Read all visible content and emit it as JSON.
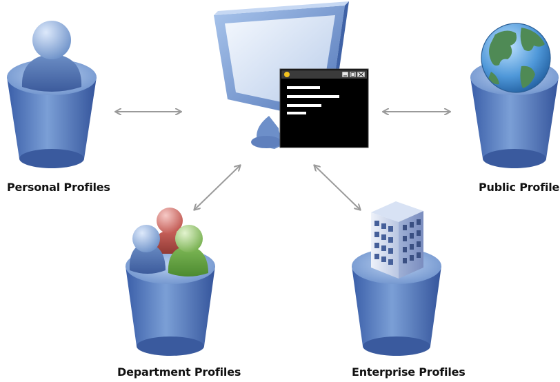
{
  "labels": {
    "personal": "Personal Profiles",
    "public": "Public Profiles",
    "department": "Department Profiles",
    "enterprise": "Enterprise Profiles"
  },
  "icons": {
    "center": "monitor-icon",
    "terminal": "terminal-window-icon",
    "personal": "person-icon",
    "public": "globe-icon",
    "department": "group-icon",
    "enterprise": "building-icon"
  },
  "colors": {
    "bucket": "#4a6fb5",
    "bucket_top": "#8fb2e0",
    "arrow": "#9a9a9a",
    "terminal_bg": "#000000",
    "monitor_frame": "#7ea3d9"
  }
}
